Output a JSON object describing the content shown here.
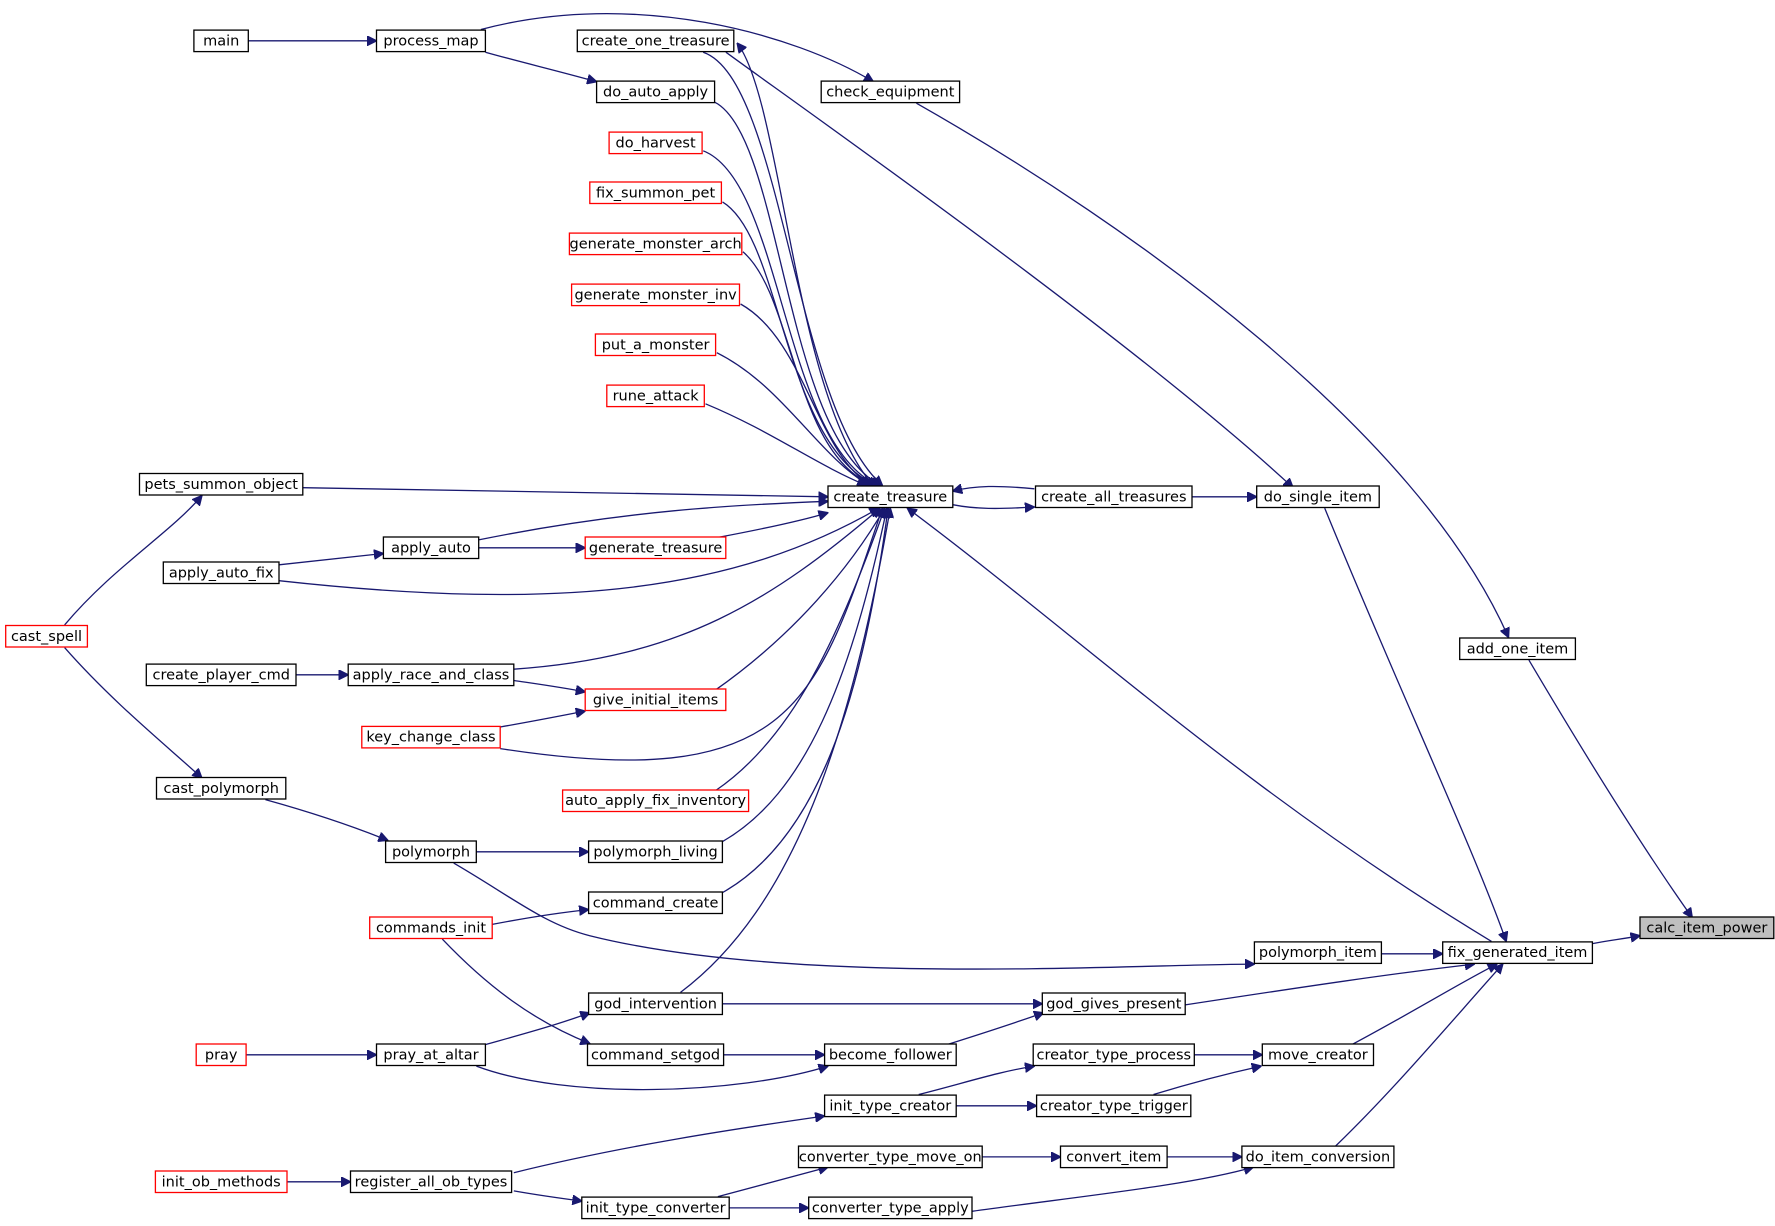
{
  "graph": {
    "colors": {
      "edge": "#191970",
      "border_normal": "#000000",
      "border_truncated": "#ff0000",
      "current_fill": "#bfbfbf"
    },
    "nodes": [
      {
        "id": "main",
        "label": "main",
        "style": "normal"
      },
      {
        "id": "process_map",
        "label": "process_map",
        "style": "normal"
      },
      {
        "id": "create_one_treasure",
        "label": "create_one_treasure",
        "style": "normal"
      },
      {
        "id": "check_equipment",
        "label": "check_equipment",
        "style": "normal"
      },
      {
        "id": "do_auto_apply",
        "label": "do_auto_apply",
        "style": "normal"
      },
      {
        "id": "do_harvest",
        "label": "do_harvest",
        "style": "red"
      },
      {
        "id": "fix_summon_pet",
        "label": "fix_summon_pet",
        "style": "red"
      },
      {
        "id": "generate_monster_arch",
        "label": "generate_monster_arch",
        "style": "red"
      },
      {
        "id": "generate_monster_inv",
        "label": "generate_monster_inv",
        "style": "red"
      },
      {
        "id": "put_a_monster",
        "label": "put_a_monster",
        "style": "red"
      },
      {
        "id": "rune_attack",
        "label": "rune_attack",
        "style": "red"
      },
      {
        "id": "pets_summon_object",
        "label": "pets_summon_object",
        "style": "normal"
      },
      {
        "id": "create_treasure",
        "label": "create_treasure",
        "style": "normal"
      },
      {
        "id": "create_all_treasures",
        "label": "create_all_treasures",
        "style": "normal"
      },
      {
        "id": "do_single_item",
        "label": "do_single_item",
        "style": "normal"
      },
      {
        "id": "apply_auto",
        "label": "apply_auto",
        "style": "normal"
      },
      {
        "id": "generate_treasure",
        "label": "generate_treasure",
        "style": "red"
      },
      {
        "id": "apply_auto_fix",
        "label": "apply_auto_fix",
        "style": "normal"
      },
      {
        "id": "cast_spell",
        "label": "cast_spell",
        "style": "red"
      },
      {
        "id": "add_one_item",
        "label": "add_one_item",
        "style": "normal"
      },
      {
        "id": "create_player_cmd",
        "label": "create_player_cmd",
        "style": "normal"
      },
      {
        "id": "apply_race_and_class",
        "label": "apply_race_and_class",
        "style": "normal"
      },
      {
        "id": "give_initial_items",
        "label": "give_initial_items",
        "style": "red"
      },
      {
        "id": "key_change_class",
        "label": "key_change_class",
        "style": "red"
      },
      {
        "id": "cast_polymorph",
        "label": "cast_polymorph",
        "style": "normal"
      },
      {
        "id": "auto_apply_fix_inventory",
        "label": "auto_apply_fix_inventory",
        "style": "red"
      },
      {
        "id": "polymorph",
        "label": "polymorph",
        "style": "normal"
      },
      {
        "id": "polymorph_living",
        "label": "polymorph_living",
        "style": "normal"
      },
      {
        "id": "command_create",
        "label": "command_create",
        "style": "normal"
      },
      {
        "id": "commands_init",
        "label": "commands_init",
        "style": "red"
      },
      {
        "id": "calc_item_power",
        "label": "calc_item_power",
        "style": "current"
      },
      {
        "id": "polymorph_item",
        "label": "polymorph_item",
        "style": "normal"
      },
      {
        "id": "fix_generated_item",
        "label": "fix_generated_item",
        "style": "normal"
      },
      {
        "id": "god_intervention",
        "label": "god_intervention",
        "style": "normal"
      },
      {
        "id": "god_gives_present",
        "label": "god_gives_present",
        "style": "normal"
      },
      {
        "id": "pray",
        "label": "pray",
        "style": "red"
      },
      {
        "id": "pray_at_altar",
        "label": "pray_at_altar",
        "style": "normal"
      },
      {
        "id": "command_setgod",
        "label": "command_setgod",
        "style": "normal"
      },
      {
        "id": "become_follower",
        "label": "become_follower",
        "style": "normal"
      },
      {
        "id": "creator_type_process",
        "label": "creator_type_process",
        "style": "normal"
      },
      {
        "id": "move_creator",
        "label": "move_creator",
        "style": "normal"
      },
      {
        "id": "init_type_creator",
        "label": "init_type_creator",
        "style": "normal"
      },
      {
        "id": "creator_type_trigger",
        "label": "creator_type_trigger",
        "style": "normal"
      },
      {
        "id": "converter_type_move_on",
        "label": "converter_type_move_on",
        "style": "normal"
      },
      {
        "id": "convert_item",
        "label": "convert_item",
        "style": "normal"
      },
      {
        "id": "do_item_conversion",
        "label": "do_item_conversion",
        "style": "normal"
      },
      {
        "id": "init_ob_methods",
        "label": "init_ob_methods",
        "style": "red"
      },
      {
        "id": "register_all_ob_types",
        "label": "register_all_ob_types",
        "style": "normal"
      },
      {
        "id": "init_type_converter",
        "label": "init_type_converter",
        "style": "normal"
      },
      {
        "id": "converter_type_apply",
        "label": "converter_type_apply",
        "style": "normal"
      }
    ],
    "edges": [
      [
        "main",
        "process_map"
      ],
      [
        "process_map",
        "check_equipment"
      ],
      [
        "process_map",
        "do_auto_apply"
      ],
      [
        "create_treasure",
        "create_one_treasure"
      ],
      [
        "create_one_treasure",
        "create_treasure"
      ],
      [
        "do_auto_apply",
        "create_treasure"
      ],
      [
        "do_harvest",
        "create_treasure"
      ],
      [
        "fix_summon_pet",
        "create_treasure"
      ],
      [
        "generate_monster_arch",
        "create_treasure"
      ],
      [
        "generate_monster_inv",
        "create_treasure"
      ],
      [
        "put_a_monster",
        "create_treasure"
      ],
      [
        "rune_attack",
        "create_treasure"
      ],
      [
        "pets_summon_object",
        "create_treasure"
      ],
      [
        "apply_auto",
        "create_treasure"
      ],
      [
        "generate_treasure",
        "create_treasure"
      ],
      [
        "apply_auto_fix",
        "create_treasure"
      ],
      [
        "apply_race_and_class",
        "create_treasure"
      ],
      [
        "give_initial_items",
        "create_treasure"
      ],
      [
        "key_change_class",
        "create_treasure"
      ],
      [
        "auto_apply_fix_inventory",
        "create_treasure"
      ],
      [
        "polymorph_living",
        "create_treasure"
      ],
      [
        "command_create",
        "create_treasure"
      ],
      [
        "god_intervention",
        "create_treasure"
      ],
      [
        "create_treasure",
        "create_all_treasures"
      ],
      [
        "create_all_treasures",
        "create_treasure"
      ],
      [
        "create_all_treasures",
        "do_single_item"
      ],
      [
        "create_one_treasure",
        "do_single_item"
      ],
      [
        "fix_generated_item",
        "create_treasure"
      ],
      [
        "cast_spell",
        "pets_summon_object"
      ],
      [
        "cast_spell",
        "cast_polymorph"
      ],
      [
        "apply_auto_fix",
        "apply_auto"
      ],
      [
        "apply_auto",
        "generate_treasure"
      ],
      [
        "create_player_cmd",
        "apply_race_and_class"
      ],
      [
        "apply_race_and_class",
        "give_initial_items"
      ],
      [
        "key_change_class",
        "give_initial_items"
      ],
      [
        "cast_polymorph",
        "polymorph"
      ],
      [
        "polymorph",
        "polymorph_living"
      ],
      [
        "polymorph",
        "polymorph_item"
      ],
      [
        "commands_init",
        "command_create"
      ],
      [
        "commands_init",
        "command_setgod"
      ],
      [
        "check_equipment",
        "add_one_item"
      ],
      [
        "add_one_item",
        "calc_item_power"
      ],
      [
        "fix_generated_item",
        "calc_item_power"
      ],
      [
        "do_single_item",
        "fix_generated_item"
      ],
      [
        "polymorph_item",
        "fix_generated_item"
      ],
      [
        "god_gives_present",
        "fix_generated_item"
      ],
      [
        "move_creator",
        "fix_generated_item"
      ],
      [
        "do_item_conversion",
        "fix_generated_item"
      ],
      [
        "god_intervention",
        "god_gives_present"
      ],
      [
        "become_follower",
        "god_gives_present"
      ],
      [
        "pray",
        "pray_at_altar"
      ],
      [
        "pray_at_altar",
        "god_intervention"
      ],
      [
        "pray_at_altar",
        "become_follower"
      ],
      [
        "command_setgod",
        "become_follower"
      ],
      [
        "creator_type_process",
        "move_creator"
      ],
      [
        "creator_type_trigger",
        "move_creator"
      ],
      [
        "init_type_creator",
        "creator_type_process"
      ],
      [
        "init_type_creator",
        "creator_type_trigger"
      ],
      [
        "register_all_ob_types",
        "init_type_creator"
      ],
      [
        "init_ob_methods",
        "register_all_ob_types"
      ],
      [
        "register_all_ob_types",
        "init_type_converter"
      ],
      [
        "init_type_converter",
        "converter_type_move_on"
      ],
      [
        "init_type_converter",
        "converter_type_apply"
      ],
      [
        "converter_type_move_on",
        "convert_item"
      ],
      [
        "convert_item",
        "do_item_conversion"
      ],
      [
        "converter_type_apply",
        "do_item_conversion"
      ]
    ]
  }
}
